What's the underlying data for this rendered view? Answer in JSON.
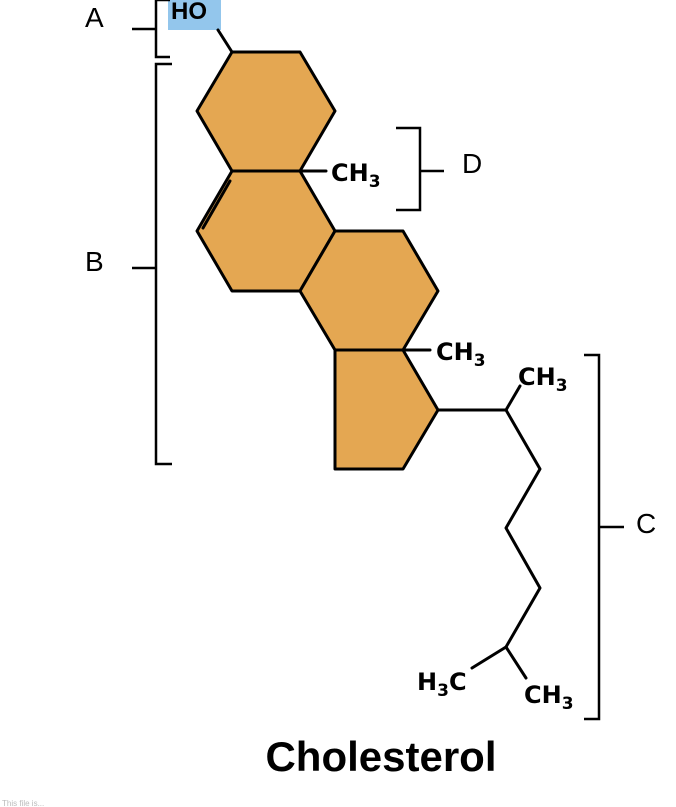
{
  "title": "Cholesterol",
  "labels": {
    "a": "A",
    "b": "B",
    "c": "C",
    "d": "D"
  },
  "groups": {
    "hydroxyl": "HO",
    "methyl_main": "CH",
    "methyl_sub": "3",
    "methyl_left_main": "H",
    "methyl_left_sub": "3",
    "methyl_left_tail": "C"
  },
  "colors": {
    "ring_fill": "#e4a752",
    "hydroxyl_highlight": "#93c6ec",
    "stroke": "#000000"
  },
  "footnote": "This file is..."
}
